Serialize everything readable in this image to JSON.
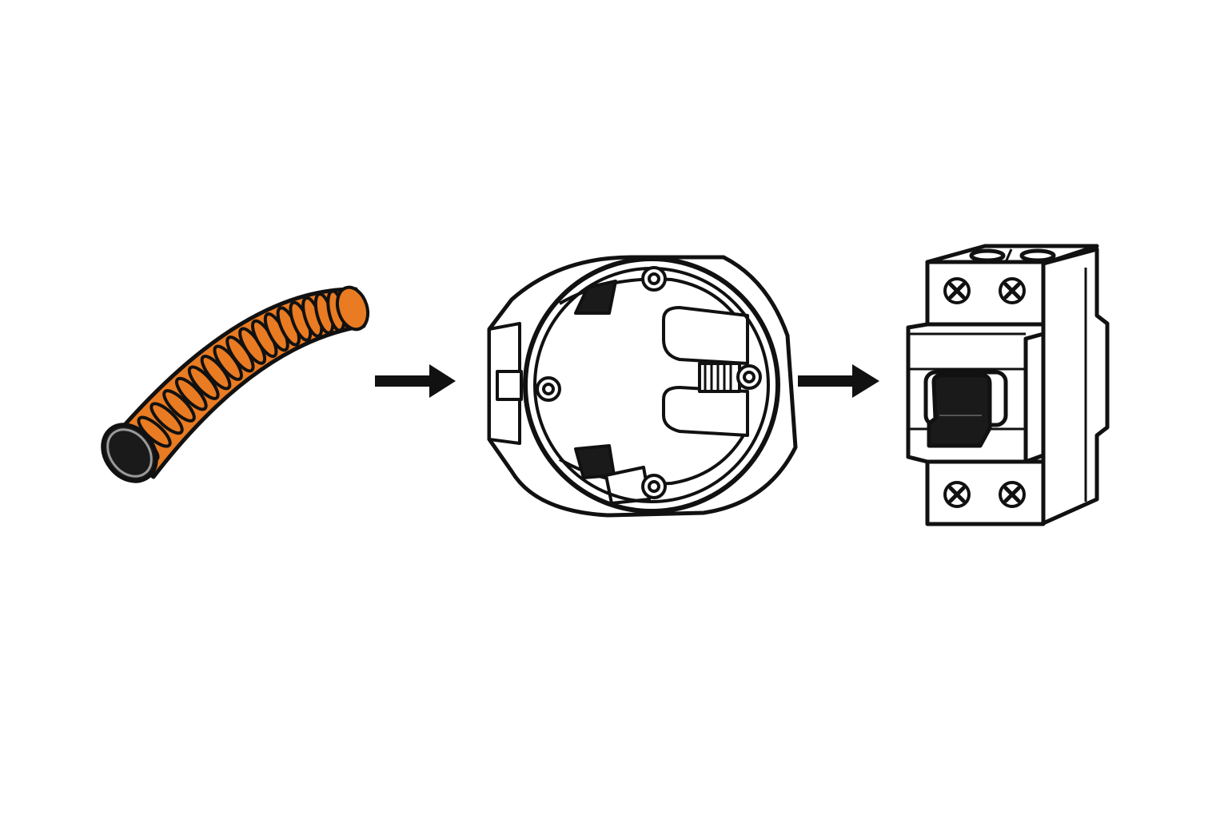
{
  "diagram": {
    "steps": [
      {
        "id": "conduit",
        "icon": "corrugated-conduit-icon"
      },
      {
        "id": "junction-box",
        "icon": "flush-mounting-box-icon"
      },
      {
        "id": "breaker",
        "icon": "circuit-breaker-icon"
      }
    ],
    "connectors": [
      {
        "from": "conduit",
        "to": "junction-box",
        "icon": "arrow-right-icon"
      },
      {
        "from": "junction-box",
        "to": "breaker",
        "icon": "arrow-right-icon"
      }
    ],
    "colors": {
      "conduit_orange": "#E97B22",
      "outline": "#111111",
      "dark_fill": "#1a1a1a",
      "background": "#ffffff"
    }
  }
}
